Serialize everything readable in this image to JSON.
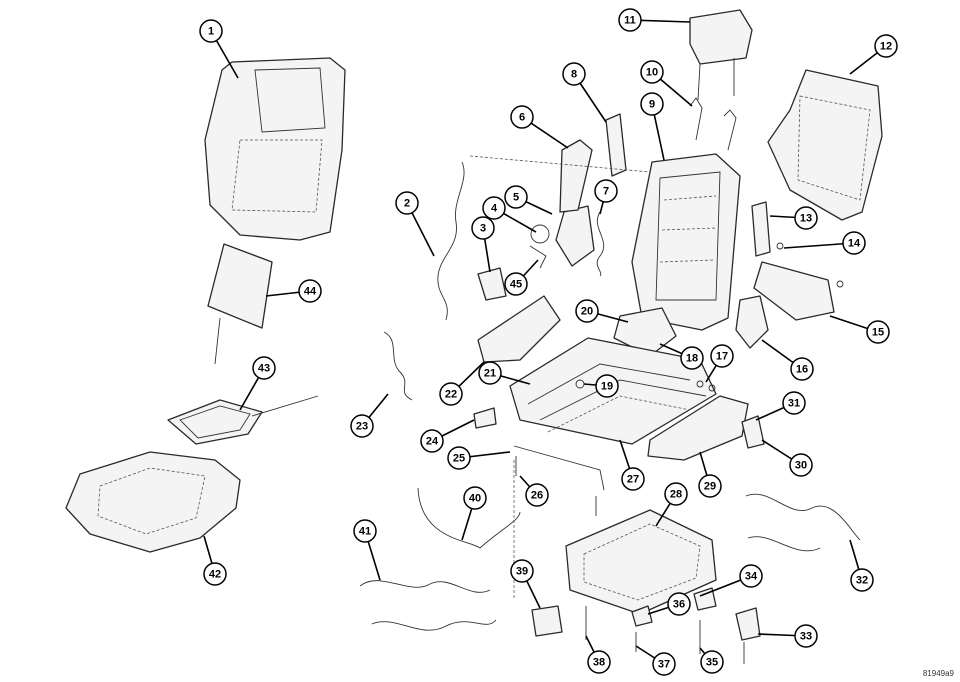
{
  "diagram": {
    "reference_code": "81949a9",
    "callouts": [
      {
        "id": "1"
      },
      {
        "id": "2"
      },
      {
        "id": "3"
      },
      {
        "id": "4"
      },
      {
        "id": "5"
      },
      {
        "id": "6"
      },
      {
        "id": "7"
      },
      {
        "id": "8"
      },
      {
        "id": "9"
      },
      {
        "id": "10"
      },
      {
        "id": "11"
      },
      {
        "id": "12"
      },
      {
        "id": "13"
      },
      {
        "id": "14"
      },
      {
        "id": "15"
      },
      {
        "id": "16"
      },
      {
        "id": "17"
      },
      {
        "id": "18"
      },
      {
        "id": "19"
      },
      {
        "id": "20"
      },
      {
        "id": "21"
      },
      {
        "id": "22"
      },
      {
        "id": "23"
      },
      {
        "id": "24"
      },
      {
        "id": "25"
      },
      {
        "id": "26"
      },
      {
        "id": "27"
      },
      {
        "id": "28"
      },
      {
        "id": "29"
      },
      {
        "id": "30"
      },
      {
        "id": "31"
      },
      {
        "id": "32"
      },
      {
        "id": "33"
      },
      {
        "id": "34"
      },
      {
        "id": "35"
      },
      {
        "id": "36"
      },
      {
        "id": "37"
      },
      {
        "id": "38"
      },
      {
        "id": "39"
      },
      {
        "id": "40"
      },
      {
        "id": "41"
      },
      {
        "id": "42"
      },
      {
        "id": "43"
      },
      {
        "id": "44"
      },
      {
        "id": "45"
      }
    ]
  }
}
